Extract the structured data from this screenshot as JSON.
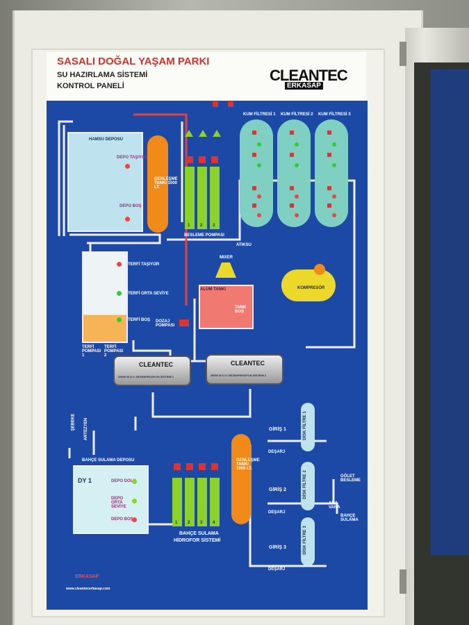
{
  "header": {
    "title": "SASALI DOĞAL YAŞAM PARKI",
    "subtitle_line1": "SU HAZIRLAMA SİSTEMİ",
    "subtitle_line2": "KONTROL PANELİ",
    "logo_top": "CLEANTEC",
    "logo_bottom": "ERKASAP"
  },
  "tanks": {
    "hamsu": {
      "name": "HAMSU DEPOSU",
      "full": "DEPO TAŞIYOR",
      "empty": "DEPO BOŞ"
    },
    "genlesme_top": "GENLEŞME TANKI 1000 LT.",
    "terfi": {
      "high": "TERFİ TAŞIYOR",
      "mid": "TERFİ ORTA SEVİYE",
      "low": "TERFİ BOŞ",
      "pump1": "TERFİ POMPASI 1",
      "pump2": "TERFİ POMPASI 2"
    },
    "alum": {
      "name": "ALÜM TANKI",
      "mixer": "MIXER",
      "empty": "TANK BOŞ",
      "dosing": "DOZAJ POMPASI"
    },
    "bahce": {
      "name": "BAHÇE SULAMA DEPOSU",
      "id": "DY 1",
      "full": "DEPO DOLU",
      "mid": "DEPO ORTA SEVİYE",
      "empty": "DEPO BOŞ"
    },
    "genlesme_bottom": "GENLEŞME TANKI 1000 LT."
  },
  "pumps": {
    "besleme": "BESLEME POMPASI",
    "besleme_numbers": [
      "1",
      "2",
      "3"
    ],
    "hidrofor_line1": "BAHÇE SULAMA",
    "hidrofor_line2": "HİDROFOR SİSTEMİ",
    "hidrofor_numbers": [
      "1",
      "2",
      "3",
      "4"
    ]
  },
  "filters": {
    "kum": [
      "KUM FİLTRESİ 1",
      "KUM FİLTRESİ 2",
      "KUM FİLTRESİ 3"
    ],
    "disk": [
      "DİSK FİLTRE 1",
      "DİSK FİLTRE 2",
      "DİSK FİLTRE 3"
    ],
    "giris": [
      "GİRİŞ 1",
      "GİRİŞ 2",
      "GİRİŞ 3"
    ],
    "desarj": "DEŞARJ"
  },
  "labels": {
    "atiksu": "ATIKSU",
    "kompresor": "KOMPRESÖR",
    "sebeke": "ŞEBEKE",
    "artezyen": "ARTEZYEN",
    "golet": "GÖLET BESLEME",
    "ana_vana": "ANA VANA",
    "bahce_sulama": "BAHÇE SULAMA",
    "uv1": "25000 W U.V. DEZENFEKSİYON SİSTEMİ 1",
    "uv2": "25000 W U.V. DEZENFEKSİYON SİSTEMİ 2"
  },
  "footer": {
    "brand": "ERKASAP",
    "url": "www.cleantecerkasap.com"
  },
  "colors": {
    "panel_blue": "#1d49a6",
    "tank_blue": "#bfe3ee",
    "filter_teal": "#7fcfc3",
    "pump_green": "#8bd22a",
    "orange": "#f28a1a",
    "yellow": "#ecd82a",
    "alum_red": "#f07a72",
    "terfi_orange": "#f6b456"
  }
}
